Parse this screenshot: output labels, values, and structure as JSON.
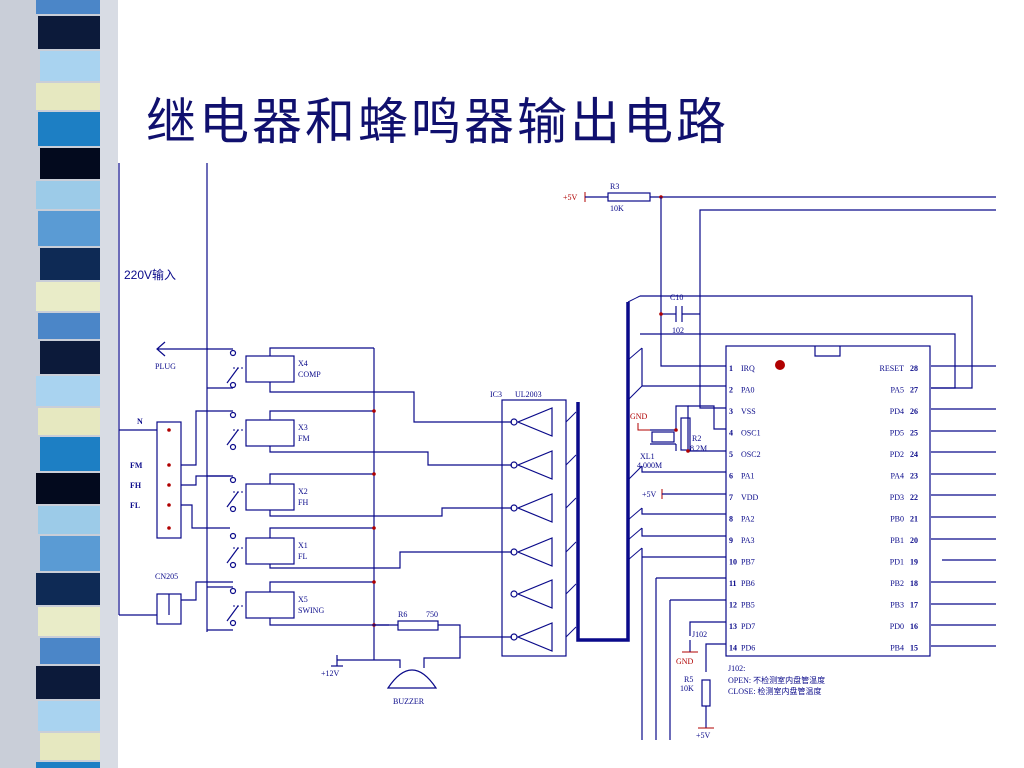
{
  "slide": {
    "title": "继电器和蜂鸣器输出电路"
  },
  "colors": {
    "title": "#10106e",
    "wire": "#0a0a8a",
    "accent": "#b00000"
  },
  "schematic": {
    "input_label": "220V输入",
    "plug_label": "PLUG",
    "terminals": [
      "N",
      "FM",
      "FH",
      "FL"
    ],
    "connector_label": "CN205",
    "relays": [
      {
        "ref": "X4",
        "name": "COMP"
      },
      {
        "ref": "X3",
        "name": "FM"
      },
      {
        "ref": "X2",
        "name": "FH"
      },
      {
        "ref": "X1",
        "name": "FL"
      },
      {
        "ref": "X5",
        "name": "SWING"
      }
    ],
    "resistor_r6": {
      "ref": "R6",
      "value": "750"
    },
    "supply_12v": "+12V",
    "buzzer_label": "BUZZER",
    "driver_ic": {
      "ref": "IC3",
      "part": "UL2003"
    },
    "r3": {
      "ref": "R3",
      "value": "10K"
    },
    "supply_5v": "+5V",
    "c10": {
      "ref": "C10",
      "value": "102"
    },
    "r2": {
      "ref": "R2",
      "value": "8.2M"
    },
    "crystal": {
      "ref": "XL1",
      "value": "4.000M"
    },
    "gnd": "GND",
    "mcu_left_pins": [
      {
        "num": "1",
        "name": "IRQ"
      },
      {
        "num": "2",
        "name": "PA0"
      },
      {
        "num": "3",
        "name": "VSS"
      },
      {
        "num": "4",
        "name": "OSC1"
      },
      {
        "num": "5",
        "name": "OSC2"
      },
      {
        "num": "6",
        "name": "PA1"
      },
      {
        "num": "7",
        "name": "VDD"
      },
      {
        "num": "8",
        "name": "PA2"
      },
      {
        "num": "9",
        "name": "PA3"
      },
      {
        "num": "10",
        "name": "PB7"
      },
      {
        "num": "11",
        "name": "PB6"
      },
      {
        "num": "12",
        "name": "PB5"
      },
      {
        "num": "13",
        "name": "PD7"
      },
      {
        "num": "14",
        "name": "PD6"
      }
    ],
    "mcu_right_pins": [
      {
        "num": "28",
        "name": "RESET"
      },
      {
        "num": "27",
        "name": "PA5"
      },
      {
        "num": "26",
        "name": "PD4"
      },
      {
        "num": "25",
        "name": "PD5"
      },
      {
        "num": "24",
        "name": "PD2"
      },
      {
        "num": "23",
        "name": "PA4"
      },
      {
        "num": "22",
        "name": "PD3"
      },
      {
        "num": "21",
        "name": "PB0"
      },
      {
        "num": "20",
        "name": "PB1"
      },
      {
        "num": "19",
        "name": "PD1"
      },
      {
        "num": "18",
        "name": "PB2"
      },
      {
        "num": "17",
        "name": "PB3"
      },
      {
        "num": "16",
        "name": "PD0"
      },
      {
        "num": "15",
        "name": "PB4"
      }
    ],
    "jumper": {
      "ref": "J102"
    },
    "jumper_note": {
      "title": "J102:",
      "open": "OPEN: 不检测室内盘管温度",
      "close": "CLOSE: 检测室内盘管温度"
    },
    "r5": {
      "ref": "R5",
      "value": "10K"
    }
  }
}
